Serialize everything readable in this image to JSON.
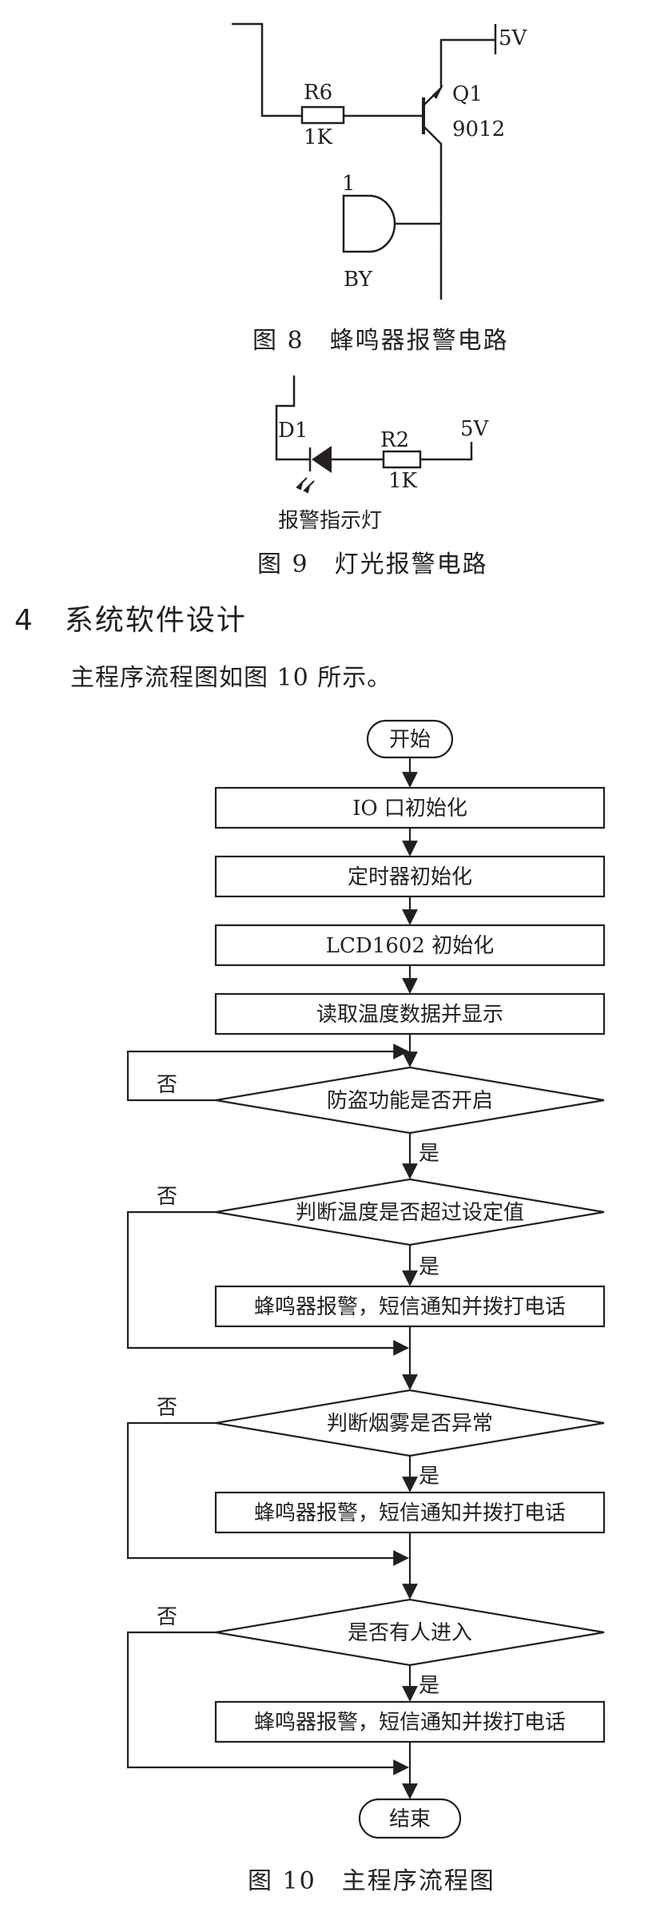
{
  "fig8": {
    "label_5v": "5V",
    "label_r6": "R6",
    "label_r6_val": "1K",
    "label_q1": "Q1",
    "label_q1_part": "9012",
    "label_pin": "1",
    "label_by": "BY",
    "caption": "图 8　蜂鸣器报警电路"
  },
  "fig9": {
    "label_d1": "D1",
    "label_r2": "R2",
    "label_r2_val": "1K",
    "label_5v": "5V",
    "label_led": "报警指示灯",
    "caption": "图 9　灯光报警电路"
  },
  "section": {
    "heading": "4　系统软件设计",
    "paragraph": "主程序流程图如图 10 所示。"
  },
  "flow": {
    "start": "开始",
    "step_io": "IO 口初始化",
    "step_timer": "定时器初始化",
    "step_lcd": "LCD1602 初始化",
    "step_read": "读取温度数据并显示",
    "dec_guard": "防盗功能是否开启",
    "dec_temp": "判断温度是否超过设定值",
    "dec_smoke": "判断烟雾是否异常",
    "dec_person": "是否有人进入",
    "alarm_1": "蜂鸣器报警，短信通知并拨打电话",
    "alarm_2": "蜂鸣器报警，短信通知并拨打电话",
    "alarm_3": "蜂鸣器报警，短信通知并拨打电话",
    "yes_1": "是",
    "yes_2": "是",
    "yes_3": "是",
    "yes_4": "是",
    "no_1": "否",
    "no_2": "否",
    "no_3": "否",
    "no_4": "否",
    "end": "结束",
    "caption": "图 10　主程序流程图"
  }
}
